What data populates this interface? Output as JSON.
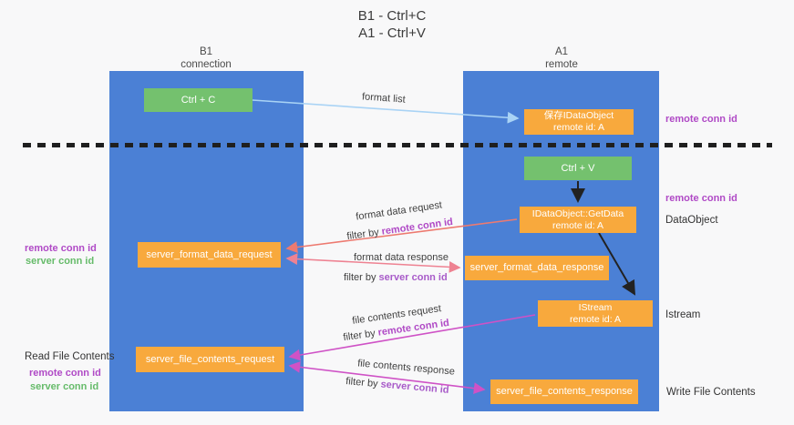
{
  "title": {
    "line1": "B1 - Ctrl+C",
    "line2": "A1 - Ctrl+V"
  },
  "columns": {
    "left": {
      "name": "B1",
      "role": "connection"
    },
    "right": {
      "name": "A1",
      "role": "remote"
    }
  },
  "nodes": {
    "ctrl_c": {
      "label": "Ctrl + C"
    },
    "ctrl_v": {
      "label": "Ctrl + V"
    },
    "save_idataobject": {
      "line1": "保存IDataObject",
      "line2": "remote id: A"
    },
    "getdata": {
      "line1": "IDataObject::GetData",
      "line2": "remote id: A"
    },
    "istream": {
      "line1": "IStream",
      "line2": "remote id: A"
    },
    "format_request": {
      "label": "server_format_data_request"
    },
    "format_response": {
      "label": "server_format_data_response"
    },
    "file_request": {
      "label": "server_file_contents_request"
    },
    "file_response": {
      "label": "server_file_contents_response"
    }
  },
  "side_labels": {
    "remote_conn_top": "remote conn id",
    "remote_conn_mid": "remote conn id",
    "dataobject": "DataObject",
    "istream": "Istream",
    "write_file": "Write File Contents",
    "read_file": "Read File Contents",
    "left1_remote": "remote conn id",
    "left1_server": "server conn id",
    "left2_remote": "remote conn id",
    "left2_server": "server conn id"
  },
  "arrow_labels": {
    "format_list": "format list",
    "format_request": {
      "text": "format data request",
      "filter_prefix": "filter by ",
      "filter_value": "remote conn id"
    },
    "format_response": {
      "text": "format data response",
      "filter_prefix": "filter by ",
      "filter_value": "server conn id"
    },
    "file_request": {
      "text": "file contents request",
      "filter_prefix": "filter by ",
      "filter_value": "remote conn id"
    },
    "file_response": {
      "text": "file contents response",
      "filter_prefix": "filter by ",
      "filter_value": "server conn id"
    }
  },
  "colors": {
    "column_blue": "#4b80d5",
    "box_orange": "#f8a93d",
    "button_green": "#74c16e",
    "arrow_lightblue": "#a9d3f5",
    "arrow_red": "#ed7a70",
    "arrow_salmon": "#ee8292",
    "arrow_magenta": "#cf52c6",
    "arrow_black": "#222222",
    "text_magenta": "#b04ac6",
    "text_purple": "#a85bc9",
    "text_green": "#66bb6a"
  }
}
